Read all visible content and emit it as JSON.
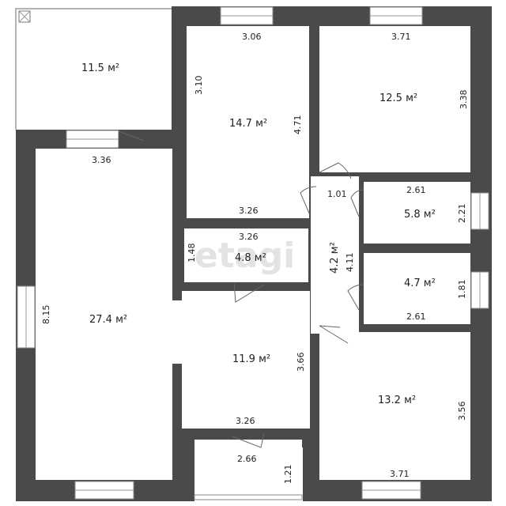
{
  "watermark": "etagi",
  "colors": {
    "wall": "#4a4a4a",
    "floor": "#ffffff",
    "line": "#9a9a9a"
  },
  "icons": {
    "terrace_corner": "crossed-square-icon"
  },
  "rooms": [
    {
      "id": "terrace",
      "area": "11.5 м²"
    },
    {
      "id": "bedroom-1",
      "area": "14.7 м²"
    },
    {
      "id": "bedroom-2",
      "area": "12.5 м²"
    },
    {
      "id": "living",
      "area": "27.4 м²"
    },
    {
      "id": "bath",
      "area": "5.8 м²"
    },
    {
      "id": "storage",
      "area": "4.8 м²"
    },
    {
      "id": "corridor",
      "area": "4.2 м²"
    },
    {
      "id": "wc",
      "area": "4.7 м²"
    },
    {
      "id": "hall",
      "area": "11.9 м²"
    },
    {
      "id": "bedroom-3",
      "area": "13.2 м²"
    }
  ],
  "dimensions": {
    "terrace_width": "3.36",
    "bedroom1_top": "3.06",
    "bedroom1_left": "3.10",
    "bedroom1_right": "4.71",
    "bedroom1_bottom": "3.26",
    "bedroom2_top": "3.71",
    "bedroom2_right": "3.38",
    "bath_top": "2.61",
    "bath_right": "2.21",
    "bath_door": "1.01",
    "storage_top": "3.26",
    "storage_left": "1.48",
    "corridor_length": "4.11",
    "wc_right": "1.81",
    "wc_bottom": "2.61",
    "living_left": "8.15",
    "hall_right": "3.66",
    "hall_bottom": "3.26",
    "bedroom3_right": "3.56",
    "bedroom3_bottom": "3.71",
    "vestibule_width": "2.66",
    "vestibule_depth": "1.21"
  }
}
